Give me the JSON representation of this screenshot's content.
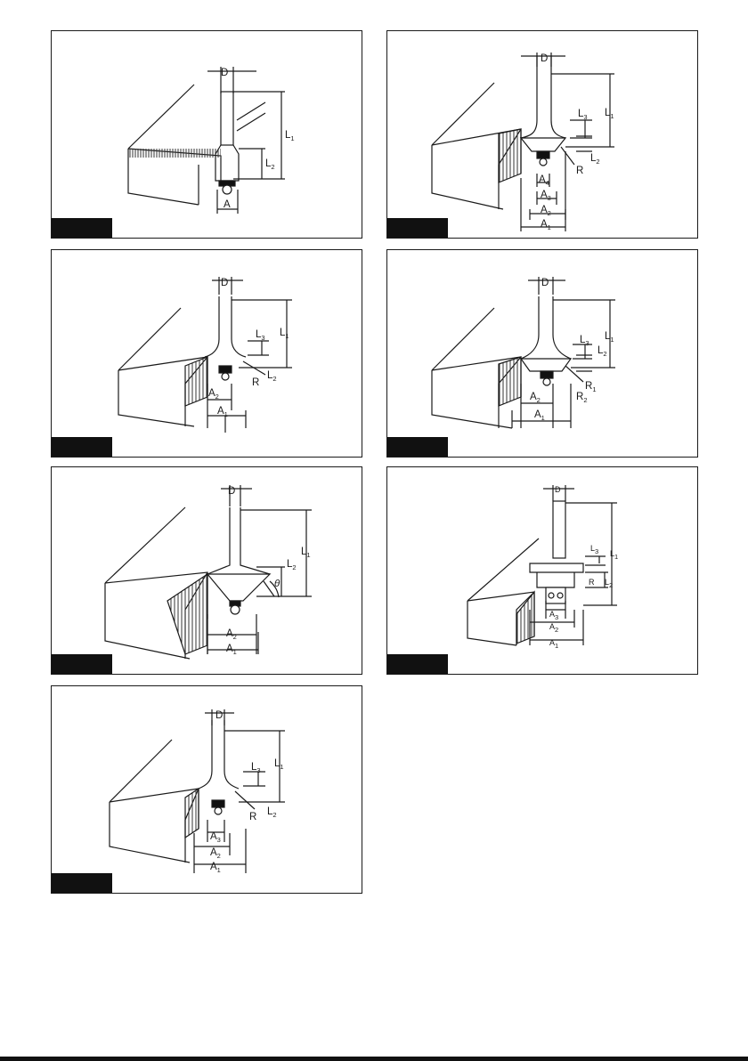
{
  "colors": {
    "ink": "#1a1a1a",
    "tab": "#111111",
    "paper": "#ffffff"
  },
  "panels": [
    {
      "id": "1",
      "labels": {
        "d": "D",
        "a": "A",
        "l1": "L1",
        "l2": "L2"
      }
    },
    {
      "id": "2",
      "labels": {
        "d": "D",
        "l1": "L1",
        "l2": "L2",
        "l3": "L3",
        "r": "R",
        "a1": "A1",
        "a2": "A2",
        "a3": "A3",
        "a4": "A4"
      }
    },
    {
      "id": "3",
      "labels": {
        "d": "D",
        "l1": "L1",
        "l2": "L2",
        "l3": "L3",
        "r": "R",
        "a1": "A1",
        "a2": "A2"
      }
    },
    {
      "id": "4",
      "labels": {
        "d": "D",
        "l1": "L1",
        "l2": "L2",
        "l3": "L3",
        "r1": "R1",
        "r2": "R2",
        "a1": "A1",
        "a2": "A2"
      }
    },
    {
      "id": "5",
      "labels": {
        "d": "D",
        "l1": "L1",
        "l2": "L2",
        "theta": "θ",
        "a1": "A1",
        "a2": "A2"
      }
    },
    {
      "id": "6",
      "labels": {
        "d": "D",
        "l1": "L1",
        "l2": "L2",
        "l3": "L3",
        "r": "R",
        "a1": "A1",
        "a2": "A2",
        "a3": "A3"
      }
    },
    {
      "id": "7",
      "labels": {
        "d": "D",
        "l1": "L1",
        "l2": "L2",
        "l3": "L3",
        "r": "R",
        "a1": "A1",
        "a2": "A2",
        "a3": "A3"
      }
    }
  ]
}
